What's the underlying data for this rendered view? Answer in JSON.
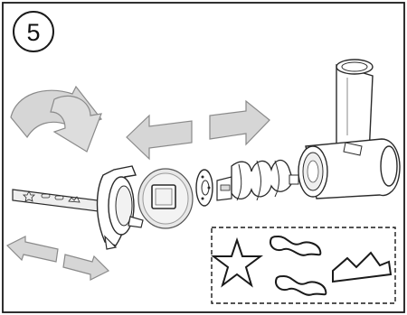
{
  "step": {
    "number": "5"
  },
  "colors": {
    "frame": "#1a1a1a",
    "arrow_fill": "#d6d6d6",
    "arrow_stroke": "#8a8a8a",
    "part_fill": "#ffffff",
    "part_stroke": "#2a2a2a",
    "plate_fill": "#e8e8e8"
  },
  "icons": [
    "rotate-arrow-icon",
    "arrow-left-icon",
    "arrow-right-icon",
    "double-arrow-icon",
    "star-shape-icon",
    "wave-shape-icon",
    "crown-shape-icon"
  ],
  "parts": [
    "cookie-attachment-strip",
    "locking-ring",
    "cookie-disc",
    "washer",
    "auger-screw",
    "grinder-housing"
  ],
  "cookie_shapes": [
    "star",
    "rounded-wave",
    "rounded-wave",
    "crown"
  ]
}
